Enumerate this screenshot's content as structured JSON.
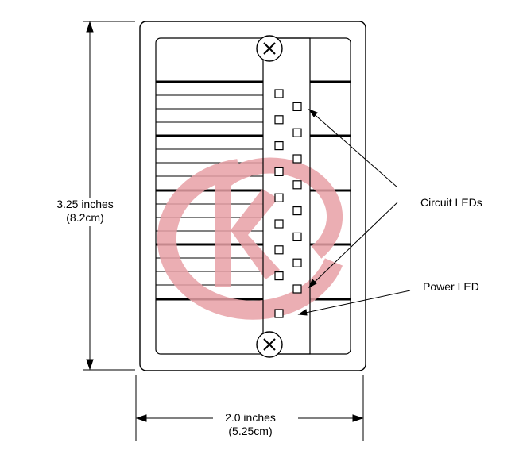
{
  "labels": {
    "height_inches": "3.25 inches",
    "height_cm": "(8.2cm)",
    "width_inches": "2.0 inches",
    "width_cm": "(5.25cm)",
    "circuit_leds": "Circuit LEDs",
    "power_led": "Power LED"
  },
  "watermark": {
    "color": "#e8a0a6",
    "icon": "watermark-logo"
  },
  "colors": {
    "ink": "#000000"
  },
  "icons": {
    "screw": "screw-icon",
    "led": "led-square-icon"
  },
  "led_count": {
    "circuit": 16,
    "power": 1
  }
}
